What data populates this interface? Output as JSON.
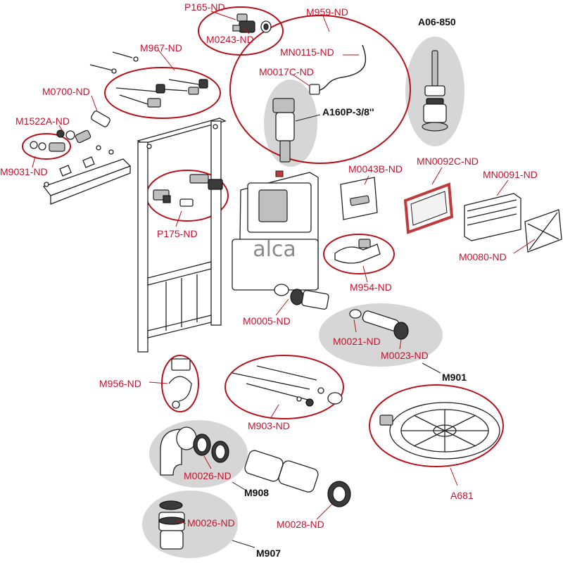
{
  "brand_text": "alca",
  "colors": {
    "label_red": "#c8102e",
    "ring_red": "#b5121b",
    "group_gray": "#d6d6d6",
    "frame_red": "#c0393b"
  },
  "parts": {
    "p165": "P165-ND",
    "m0243": "M0243-ND",
    "m959": "M959-ND",
    "a06850": "A06-850",
    "m967": "M967-ND",
    "mn0115": "MN0115-ND",
    "m0700": "M0700-ND",
    "m0017c": "M0017C-ND",
    "a160p": "A160P-3/8''",
    "m1522a": "M1522A-ND",
    "m9031": "M9031-ND",
    "m0043b": "M0043B-ND",
    "mn0092c": "MN0092C-ND",
    "mn0091": "MN0091-ND",
    "p175": "P175-ND",
    "m0080": "M0080-ND",
    "m954": "M954-ND",
    "m0005": "M0005-ND",
    "m0021": "M0021-ND",
    "m0023": "M0023-ND",
    "m901": "M901",
    "m956": "M956-ND",
    "m903": "M903-ND",
    "a681": "A681",
    "m0026_a": "M0026-ND",
    "m908": "M908",
    "m0028": "M0028-ND",
    "m0026_b": "M0026-ND",
    "m907": "M907"
  }
}
